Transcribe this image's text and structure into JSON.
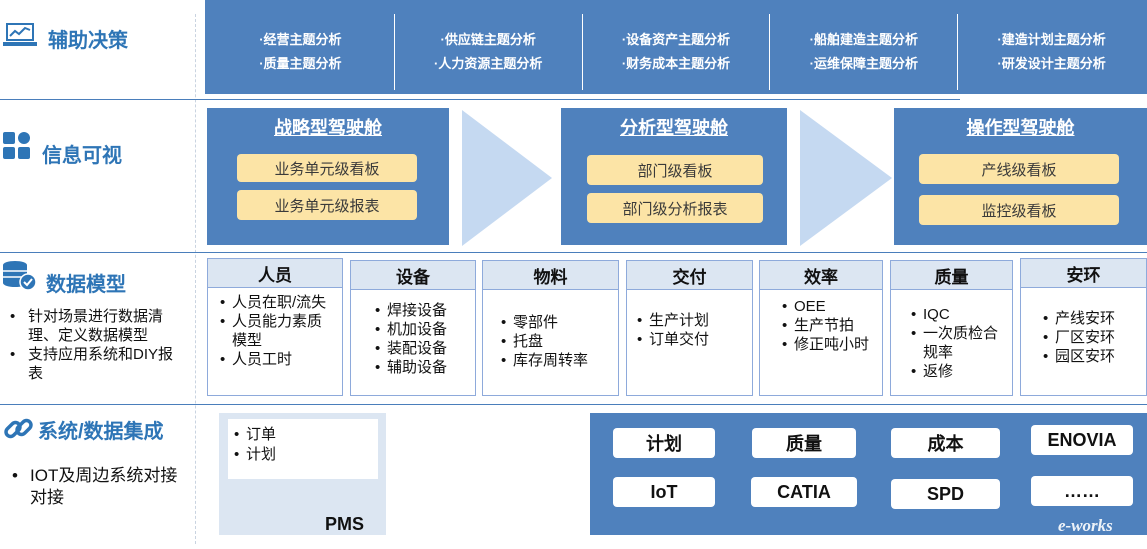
{
  "sections": {
    "decision": {
      "title": "辅助决策"
    },
    "visual": {
      "title": "信息可视"
    },
    "model": {
      "title": "数据模型",
      "bullets": [
        "针对场景进行数据清理、定义数据模型",
        "支持应用系统和DIY报表"
      ]
    },
    "integration": {
      "title": "系统/数据集成",
      "bullets": [
        "IOT及周边系统对接对接"
      ]
    }
  },
  "topics": [
    [
      "·经营主题分析",
      "·质量主题分析"
    ],
    [
      "·供应链主题分析",
      "·人力资源主题分析"
    ],
    [
      "·设备资产主题分析",
      "·财务成本主题分析"
    ],
    [
      "·船舶建造主题分析",
      "·运维保障主题分析"
    ],
    [
      "·建造计划主题分析",
      "·研发设计主题分析"
    ]
  ],
  "cockpits": [
    {
      "title": "战略型驾驶舱",
      "items": [
        "业务单元级看板",
        "业务单元级报表"
      ]
    },
    {
      "title": "分析型驾驶舱",
      "items": [
        "部门级看板",
        "部门级分析报表"
      ]
    },
    {
      "title": "操作型驾驶舱",
      "items": [
        "产线级看板",
        "监控级看板"
      ]
    }
  ],
  "data_models": [
    {
      "head": "人员",
      "items": [
        "人员在职/流失",
        "人员能力素质模型",
        "人员工时"
      ]
    },
    {
      "head": "设备",
      "items": [
        "焊接设备",
        "机加设备",
        "装配设备",
        "辅助设备"
      ]
    },
    {
      "head": "物料",
      "items": [
        "零部件",
        "托盘",
        "库存周转率"
      ]
    },
    {
      "head": "交付",
      "items": [
        "生产计划",
        "订单交付"
      ]
    },
    {
      "head": "效率",
      "items": [
        "OEE",
        "生产节拍",
        "修正吨小时"
      ]
    },
    {
      "head": "质量",
      "items": [
        "IQC",
        "一次质检合规率",
        "返修"
      ]
    },
    {
      "head": "安环",
      "items": [
        "产线安环",
        "厂区安环",
        "园区安环"
      ]
    }
  ],
  "pms": {
    "items": [
      "订单",
      "计划"
    ],
    "label": "PMS"
  },
  "systems": [
    [
      "计划",
      "质量",
      "成本",
      "ENOVIA"
    ],
    [
      "IoT",
      "CATIA",
      "SPD",
      "……"
    ]
  ],
  "watermark": "e-works",
  "colors": {
    "accent": "#2e75b6",
    "panel": "#4f81bd",
    "pill": "#fce4a6",
    "header": "#dce6f2",
    "arrow": "#c5d9f1"
  }
}
